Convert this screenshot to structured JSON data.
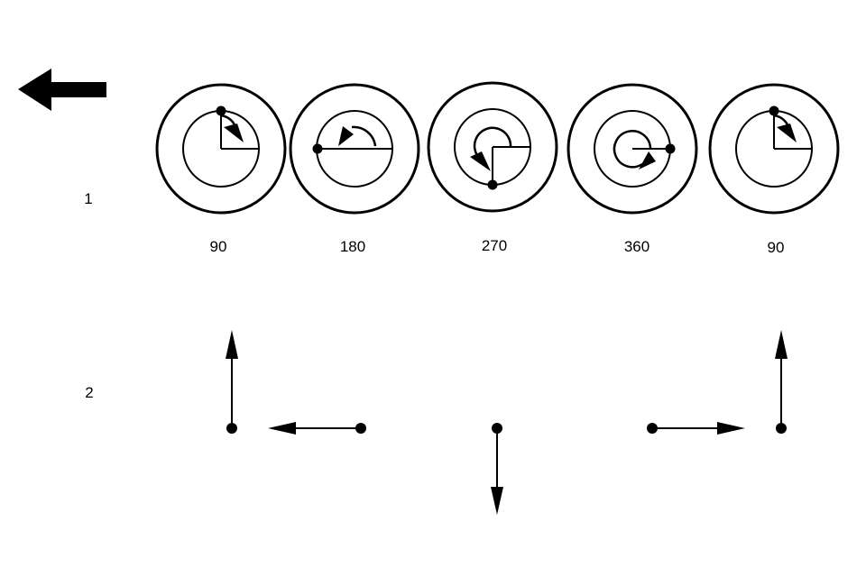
{
  "rows": [
    {
      "label": "1"
    },
    {
      "label": "2"
    }
  ],
  "dials": [
    {
      "angle_label": "90",
      "angle": 90
    },
    {
      "angle_label": "180",
      "angle": 180
    },
    {
      "angle_label": "270",
      "angle": 270
    },
    {
      "angle_label": "360",
      "angle": 360
    },
    {
      "angle_label": "90",
      "angle": 90
    }
  ],
  "vectors": [
    {
      "direction": "up"
    },
    {
      "direction": "left"
    },
    {
      "direction": "down"
    },
    {
      "direction": "right"
    },
    {
      "direction": "up"
    }
  ],
  "colors": {
    "ink": "#000000",
    "background": "#ffffff"
  },
  "icons": {
    "rotation_direction": "left-arrow-icon"
  }
}
